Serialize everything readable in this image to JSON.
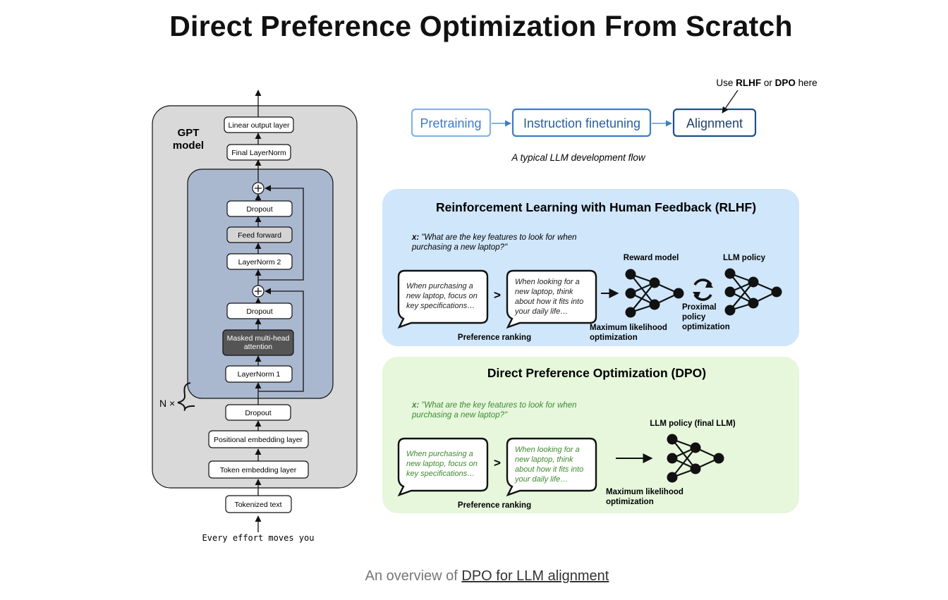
{
  "page": {
    "title": "Direct Preference Optimization From Scratch",
    "caption_prefix": "An overview of ",
    "caption_link": "DPO for LLM alignment"
  },
  "gpt": {
    "model_label_1": "GPT",
    "model_label_2": "model",
    "repeat_label": "N ×",
    "blocks": {
      "linear_output": "Linear output layer",
      "final_layernorm": "Final LayerNorm",
      "dropout_top": "Dropout",
      "feed_forward": "Feed forward",
      "layernorm2": "LayerNorm 2",
      "dropout_mid": "Dropout",
      "mha_1": "Masked multi-head",
      "mha_2": "attention",
      "layernorm1": "LayerNorm 1",
      "dropout_bottom": "Dropout",
      "pos_embedding": "Positional embedding layer",
      "tok_embedding": "Token embedding layer",
      "tokenized": "Tokenized text"
    },
    "input_text": "Every effort moves you"
  },
  "flow": {
    "steps": [
      "Pretraining",
      "Instruction finetuning",
      "Alignment"
    ],
    "note_prefix": "Use ",
    "note_rlhf": "RLHF",
    "note_or": " or ",
    "note_dpo": "DPO",
    "note_suffix": " here",
    "caption": "A typical LLM development flow"
  },
  "rlhf": {
    "title": "Reinforcement Learning with Human Feedback (RLHF)",
    "prompt_prefix": "x:",
    "prompt_line1": " \"What are the key features to look for when",
    "prompt_line2": "purchasing a new laptop?\"",
    "bubble1": [
      "When purchasing a",
      "new laptop, focus on",
      "key specifications…"
    ],
    "bubble2": [
      "When looking for a",
      "new laptop, think",
      "about how it fits into",
      "your daily life…"
    ],
    "gt": ">",
    "ranking": "Preference ranking",
    "reward_model": "Reward model",
    "llm_policy": "LLM policy",
    "mle_1": "Maximum likelihood",
    "mle_2": "optimization",
    "ppo_1": "Proximal",
    "ppo_2": "policy",
    "ppo_3": "optimization"
  },
  "dpo": {
    "title": "Direct Preference Optimization (DPO)",
    "prompt_prefix": "x:",
    "prompt_line1": " \"What are the key features to look for when",
    "prompt_line2": "purchasing a new laptop?\"",
    "bubble1": [
      "When purchasing a",
      "new laptop, focus on",
      "key specifications…"
    ],
    "bubble2": [
      "When looking for a",
      "new laptop, think",
      "about how it fits into",
      "your daily life…"
    ],
    "gt": ">",
    "ranking": "Preference ranking",
    "llm_policy": "LLM policy (final LLM)",
    "mle_1": "Maximum likelihood",
    "mle_2": "optimization"
  },
  "colors": {
    "flow_blue": "#3d7cc9",
    "rlhf_bg": "#cfe6fb",
    "dpo_bg": "#e6f7dc",
    "gpt_bg": "#d9d9d9",
    "block_bg": "#a9b8cf",
    "dpo_text": "#3d8a2e"
  }
}
